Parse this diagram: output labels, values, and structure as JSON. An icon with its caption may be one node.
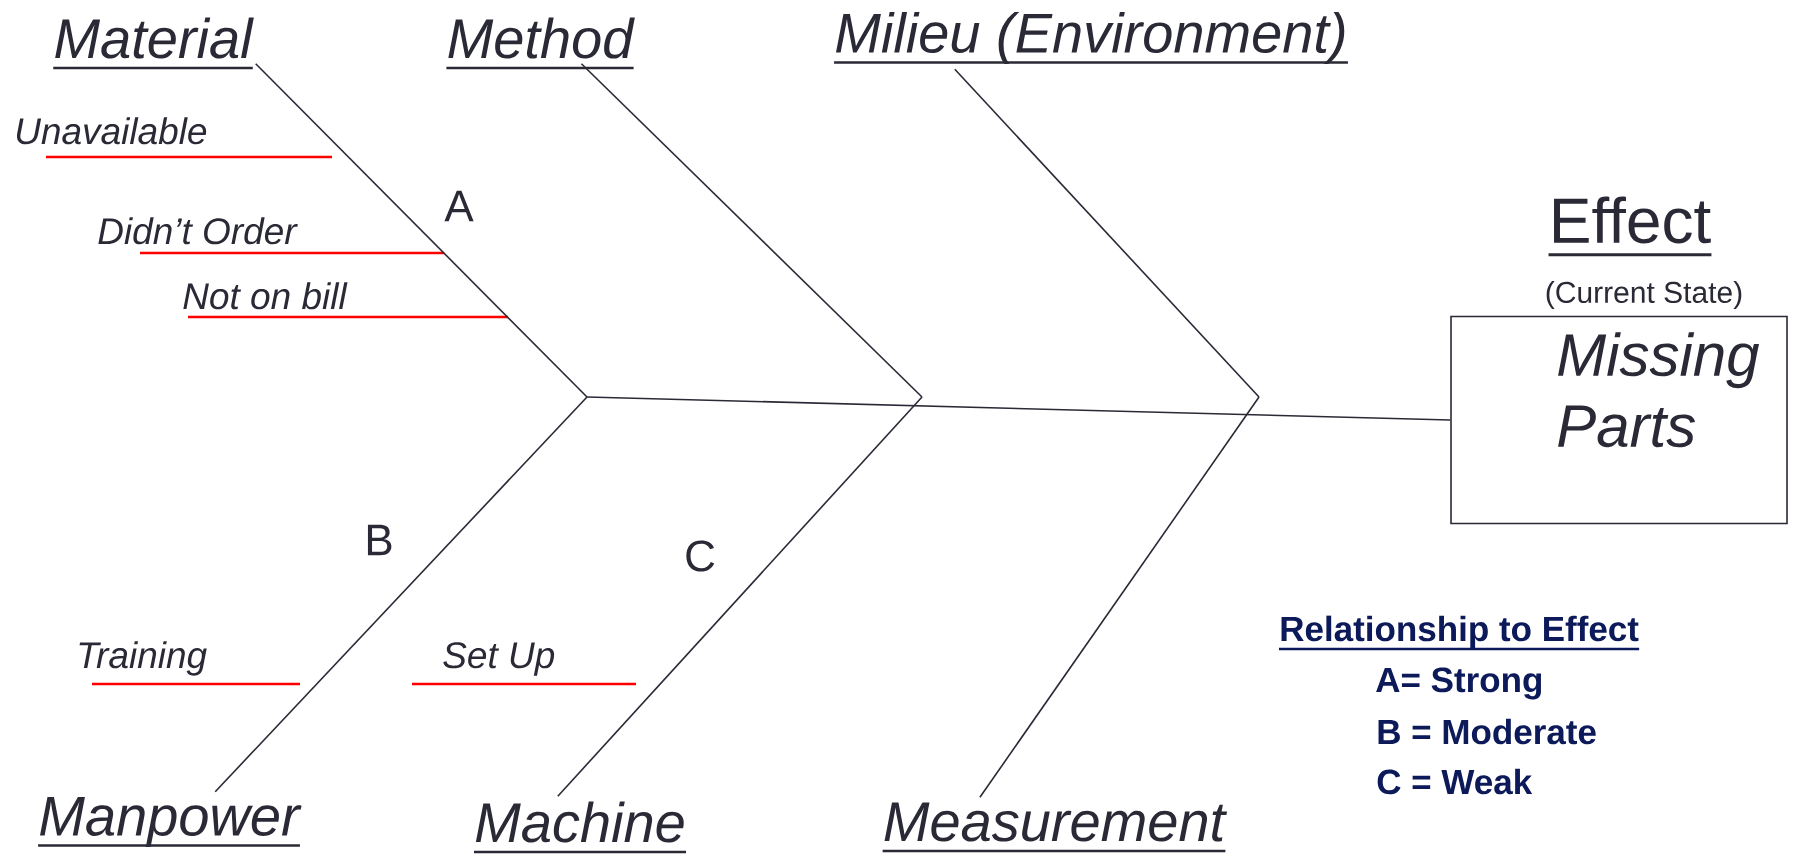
{
  "diagram": {
    "nodes": [
      {
        "text": [
          "Material"
        ]
      },
      {
        "text": [
          "Method"
        ]
      },
      {
        "text": [
          "Milieu (Environment)"
        ]
      },
      {
        "text": [
          "Manpower"
        ]
      },
      {
        "text": [
          "Machine"
        ]
      },
      {
        "text": [
          "Measurement"
        ]
      },
      {
        "text": [
          "Effect",
          "(Current State)",
          "Missing Parts"
        ]
      }
    ],
    "edges": [
      {
        "from": 0,
        "to": null,
        "arrow": "none"
      },
      {
        "from": 1,
        "to": null,
        "arrow": "none"
      },
      {
        "from": 2,
        "to": null,
        "arrow": "none"
      },
      {
        "from": 3,
        "to": null,
        "arrow": "none"
      },
      {
        "from": 4,
        "to": null,
        "arrow": "none"
      },
      {
        "from": 5,
        "to": null,
        "arrow": "none"
      },
      {
        "from": null,
        "to": 6,
        "arrow": "none"
      }
    ],
    "labels": [
      "Unavailable",
      "A",
      "Didn’t Order",
      "Not on bill",
      "B",
      "C",
      "Training",
      "Set Up",
      "Relationship to Effect",
      "A= Strong",
      "B = Moderate",
      "C = Weak"
    ]
  }
}
